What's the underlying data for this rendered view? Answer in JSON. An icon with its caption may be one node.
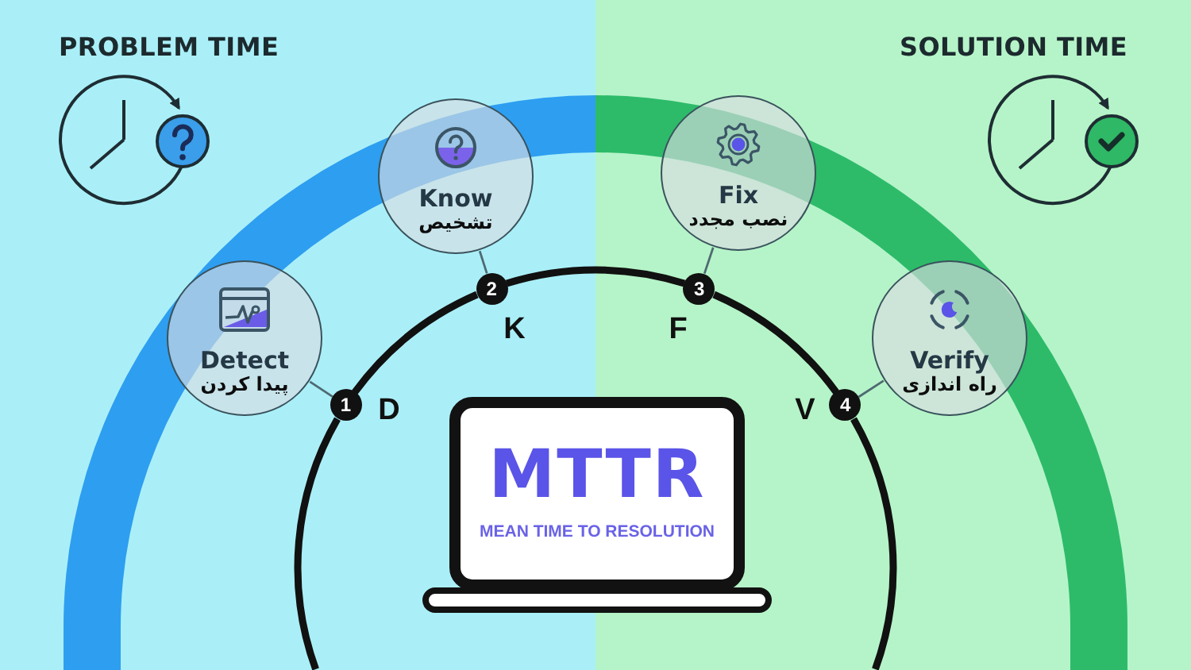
{
  "diagram": {
    "nodes": [
      {
        "text": [
          "Detect",
          "پیدا کردن"
        ]
      },
      {
        "text": [
          "1"
        ],
        "beside": [
          "D"
        ]
      },
      {
        "text": [
          "Know",
          "تشخیص"
        ]
      },
      {
        "text": [
          "2"
        ],
        "beside": [
          "K"
        ]
      },
      {
        "text": [
          "Fix",
          "نصب مجدد"
        ]
      },
      {
        "text": [
          "3"
        ],
        "beside": [
          "F"
        ]
      },
      {
        "text": [
          "Verify",
          "راه اندازی"
        ]
      },
      {
        "text": [
          "4"
        ],
        "beside": [
          "V"
        ]
      },
      {
        "text": [
          "MTTR",
          "MEAN TIME TO RESOLUTION"
        ]
      }
    ],
    "edges": [
      {
        "from": 0,
        "to": 1,
        "arrow": "none"
      },
      {
        "from": 2,
        "to": 3,
        "arrow": "none"
      },
      {
        "from": 4,
        "to": 5,
        "arrow": "none"
      },
      {
        "from": 6,
        "to": 7,
        "arrow": "none"
      },
      {
        "from": 1,
        "to": 3,
        "arrow": "none",
        "style": "thick",
        "color": "#111111"
      },
      {
        "from": 3,
        "to": 5,
        "arrow": "none",
        "style": "thick",
        "color": "#111111"
      },
      {
        "from": 5,
        "to": 7,
        "arrow": "none",
        "style": "thick",
        "color": "#111111"
      }
    ],
    "labels": [
      "PROBLEM TIME",
      "SOLUTION TIME"
    ]
  }
}
